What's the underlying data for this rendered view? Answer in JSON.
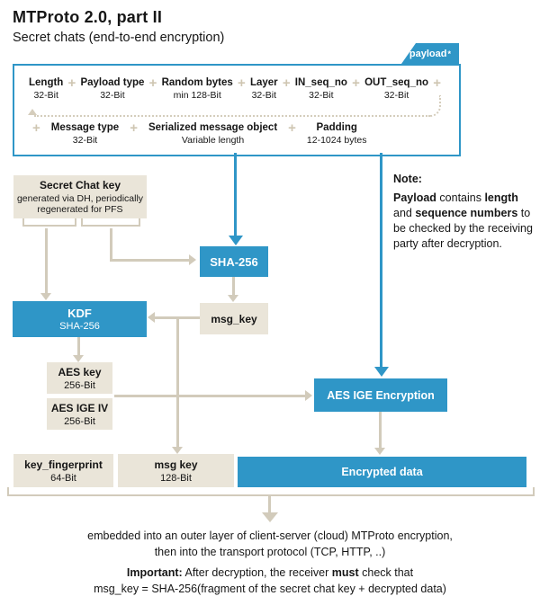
{
  "header": {
    "title": "MTProto 2.0, part II",
    "subtitle": "Secret chats (end-to-end encryption)"
  },
  "colors": {
    "blue": "#2f96c7",
    "beige": "#eae5d9",
    "line": "#d2cbbb"
  },
  "payload": {
    "tab": {
      "label": "payload",
      "asterisk": "*"
    },
    "plus": "+",
    "row1": [
      {
        "name": "Length",
        "size": "32-Bit"
      },
      {
        "name": "Payload type",
        "size": "32-Bit"
      },
      {
        "name": "Random bytes",
        "size": "min 128-Bit"
      },
      {
        "name": "Layer",
        "size": "32-Bit"
      },
      {
        "name": "IN_seq_no",
        "size": "32-Bit"
      },
      {
        "name": "OUT_seq_no",
        "size": "32-Bit"
      }
    ],
    "row2": [
      {
        "name": "Message type",
        "size": "32-Bit"
      },
      {
        "name": "Serialized message object",
        "size": "Variable length"
      },
      {
        "name": "Padding",
        "size": "12-1024 bytes"
      }
    ]
  },
  "nodes": {
    "secret_chat_key": {
      "title": "Secret Chat key",
      "line1": "generated via DH, periodically",
      "line2": "regenerated for PFS"
    },
    "sha256": {
      "label": "SHA-256"
    },
    "msg_key": {
      "label": "msg_key"
    },
    "kdf": {
      "title": "KDF",
      "subtitle": "SHA-256"
    },
    "aes_key": {
      "title": "AES key",
      "size": "256-Bit"
    },
    "aes_ige_iv": {
      "title": "AES IGE IV",
      "size": "256-Bit"
    },
    "aes_ige_encryption": {
      "label": "AES IGE Encryption"
    },
    "key_fingerprint": {
      "title": "key_fingerprint",
      "size": "64-Bit"
    },
    "msg_key_out": {
      "title": "msg key",
      "size": "128-Bit"
    },
    "encrypted_data": {
      "label": "Encrypted data"
    }
  },
  "note": {
    "heading": "Note:",
    "bold1": "Payload",
    "t1": " contains ",
    "bold2": "length",
    "t2": " and ",
    "bold3": "sequence numbers",
    "t3": " to be checked by the receiving party after decryption."
  },
  "footer": {
    "embed_line1": "embedded into an outer layer of client-server (cloud) MTProto encryption,",
    "embed_line2": "then into the transport protocol (TCP, HTTP, ..)",
    "important_bold": "Important:",
    "important_t1": " After decryption, the receiver ",
    "important_bold2": "must",
    "important_t2": " check that",
    "important_line2": "msg_key = SHA-256(fragment of the secret chat key + decrypted data)"
  }
}
